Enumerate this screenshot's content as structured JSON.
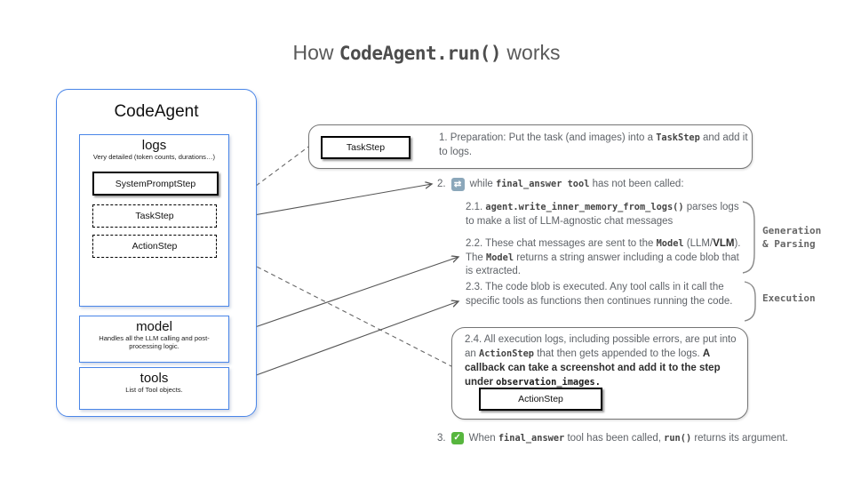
{
  "title": {
    "prefix": "How ",
    "code": "CodeAgent.run()",
    "suffix": " works"
  },
  "colors": {
    "accent_blue": "#4a86e8",
    "box_border_gray": "#757575",
    "body_text": "#5f6368",
    "repeat_icon_bg": "#8ba7ba",
    "check_icon_green": "#57b63e"
  },
  "agent_panel": {
    "title": "CodeAgent",
    "logs": {
      "title": "logs",
      "subtitle": "Very detailed (token counts, durations…)",
      "steps": [
        "SystemPromptStep",
        "TaskStep",
        "ActionStep"
      ]
    },
    "model": {
      "title": "model",
      "subtitle": "Handles all the LLM calling and post-processing logic."
    },
    "tools": {
      "title": "tools",
      "subtitle": "List of Tool objects."
    }
  },
  "flow": {
    "step1": {
      "chip": "TaskStep",
      "rich": [
        {
          "t": "1.  Preparation: Put the task (and images) into a ",
          "s": "plain"
        },
        {
          "t": "TaskStep",
          "s": "code"
        },
        {
          "t": " and add it to logs.",
          "s": "plain"
        }
      ]
    },
    "step2": {
      "num": "2.",
      "icon": {
        "name": "repeat-icon",
        "glyph": "⇄"
      },
      "rich": [
        {
          "t": "while ",
          "s": "plain"
        },
        {
          "t": "final_answer tool",
          "s": "code"
        },
        {
          "t": " has not been called:",
          "s": "plain"
        }
      ]
    },
    "step21": {
      "rich": [
        {
          "t": "2.1.  ",
          "s": "plain"
        },
        {
          "t": "agent.write_inner_memory_from_logs()",
          "s": "code"
        },
        {
          "t": " parses logs to make a list of LLM-agnostic chat messages",
          "s": "plain"
        }
      ]
    },
    "step22": {
      "rich": [
        {
          "t": "2.2. These chat messages are sent to the ",
          "s": "plain"
        },
        {
          "t": "Model",
          "s": "code"
        },
        {
          "t": " (LLM/",
          "s": "plain"
        },
        {
          "t": "VLM",
          "s": "bold"
        },
        {
          "t": "). The ",
          "s": "plain"
        },
        {
          "t": "Model",
          "s": "code"
        },
        {
          "t": "  returns a string answer including a code blob that is extracted.",
          "s": "plain"
        }
      ]
    },
    "label_generation": [
      "Generation",
      "& Parsing"
    ],
    "step23": {
      "rich": [
        {
          "t": "2.3. The code blob is executed. Any tool calls in it call the specific tools as functions then continues running the code.",
          "s": "plain"
        }
      ]
    },
    "label_execution": "Execution",
    "step24": {
      "chip": "ActionStep",
      "rich": [
        {
          "t": "2.4. All execution logs, including possible errors, are put into an ",
          "s": "plain"
        },
        {
          "t": "ActionStep",
          "s": "code"
        },
        {
          "t": " that then gets appended to the logs. ",
          "s": "plain"
        },
        {
          "t": "A callback can  take a screenshot and add it to the step under ",
          "s": "bold"
        },
        {
          "t": "observation_images.",
          "s": "boldcode"
        }
      ]
    },
    "step3": {
      "num": "3.",
      "icon": {
        "name": "check-icon",
        "glyph": "✓"
      },
      "rich": [
        {
          "t": "When ",
          "s": "plain"
        },
        {
          "t": "final_answer",
          "s": "code"
        },
        {
          "t": " tool has been called, ",
          "s": "plain"
        },
        {
          "t": "run()",
          "s": "code"
        },
        {
          "t": " returns its argument.",
          "s": "plain"
        }
      ]
    }
  }
}
